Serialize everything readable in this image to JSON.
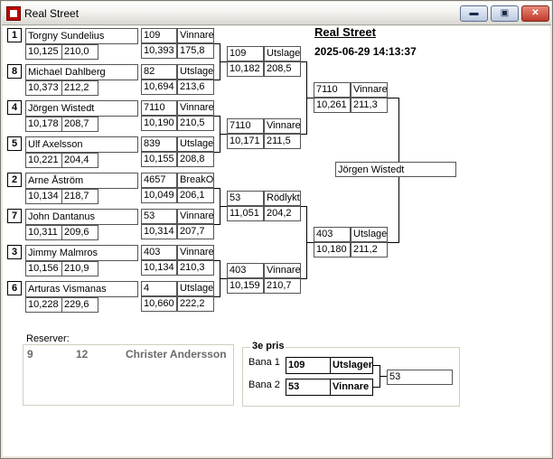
{
  "window": {
    "title": "Real Street",
    "min_label": "▬",
    "max_label": "▣",
    "close_label": "✕"
  },
  "header": {
    "heading": "Real Street",
    "datetime": "2025-06-29 14:13:37"
  },
  "round1": [
    {
      "seed": "1",
      "name": "Torgny  Sundelius",
      "time": "10,125",
      "speed": "210,0"
    },
    {
      "seed": "8",
      "name": "Michael Dahlberg",
      "time": "10,373",
      "speed": "212,2"
    },
    {
      "seed": "4",
      "name": "Jörgen  Wistedt",
      "time": "10,178",
      "speed": "208,7"
    },
    {
      "seed": "5",
      "name": "Ulf Axelsson",
      "time": "10,221",
      "speed": "204,4"
    },
    {
      "seed": "2",
      "name": "Arne Åström",
      "time": "10,134",
      "speed": "218,7"
    },
    {
      "seed": "7",
      "name": "John Dantanus",
      "time": "10,311",
      "speed": "209,6"
    },
    {
      "seed": "3",
      "name": "Jimmy Malmros",
      "time": "10,156",
      "speed": "210,9"
    },
    {
      "seed": "6",
      "name": "Arturas Vismanas",
      "time": "10,228",
      "speed": "229,6"
    }
  ],
  "round1_cars": [
    {
      "car": "109",
      "result": "Vinnare",
      "time": "10,393",
      "speed": "175,8"
    },
    {
      "car": "82",
      "result": "Utslagen",
      "time": "10,694",
      "speed": "213,6"
    },
    {
      "car": "7110",
      "result": "Vinnare",
      "time": "10,190",
      "speed": "210,5"
    },
    {
      "car": "839",
      "result": "Utslagen",
      "time": "10,155",
      "speed": "208,8"
    },
    {
      "car": "4657",
      "result": "BreakOut",
      "time": "10,049",
      "speed": "206,1"
    },
    {
      "car": "53",
      "result": "Vinnare",
      "time": "10,314",
      "speed": "207,7"
    },
    {
      "car": "403",
      "result": "Vinnare",
      "time": "10,134",
      "speed": "210,3"
    },
    {
      "car": "4",
      "result": "Utslagen",
      "time": "10,660",
      "speed": "222,2"
    }
  ],
  "round2": [
    {
      "car": "109",
      "result": "Utslagen",
      "time": "10,182",
      "speed": "208,5"
    },
    {
      "car": "7110",
      "result": "Vinnare",
      "time": "10,171",
      "speed": "211,5"
    },
    {
      "car": "53",
      "result": "Rödlykta",
      "time": "11,051",
      "speed": "204,2"
    },
    {
      "car": "403",
      "result": "Vinnare",
      "time": "10,159",
      "speed": "210,7"
    }
  ],
  "round3": [
    {
      "car": "7110",
      "result": "Vinnare",
      "time": "10,261",
      "speed": "211,3"
    },
    {
      "car": "403",
      "result": "Utslagen",
      "time": "10,180",
      "speed": "211,2"
    }
  ],
  "winner": {
    "name": "Jörgen  Wistedt"
  },
  "reserves": {
    "label": "Reserver:",
    "entry": {
      "a": "9",
      "b": "12",
      "name": "Christer Andersson"
    }
  },
  "third_place": {
    "label": "3e pris",
    "lanes": [
      {
        "label": "Bana 1",
        "car": "109",
        "result": "Utslagen"
      },
      {
        "label": "Bana 2",
        "car": "53",
        "result": "Vinnare"
      }
    ],
    "winner": "53"
  }
}
